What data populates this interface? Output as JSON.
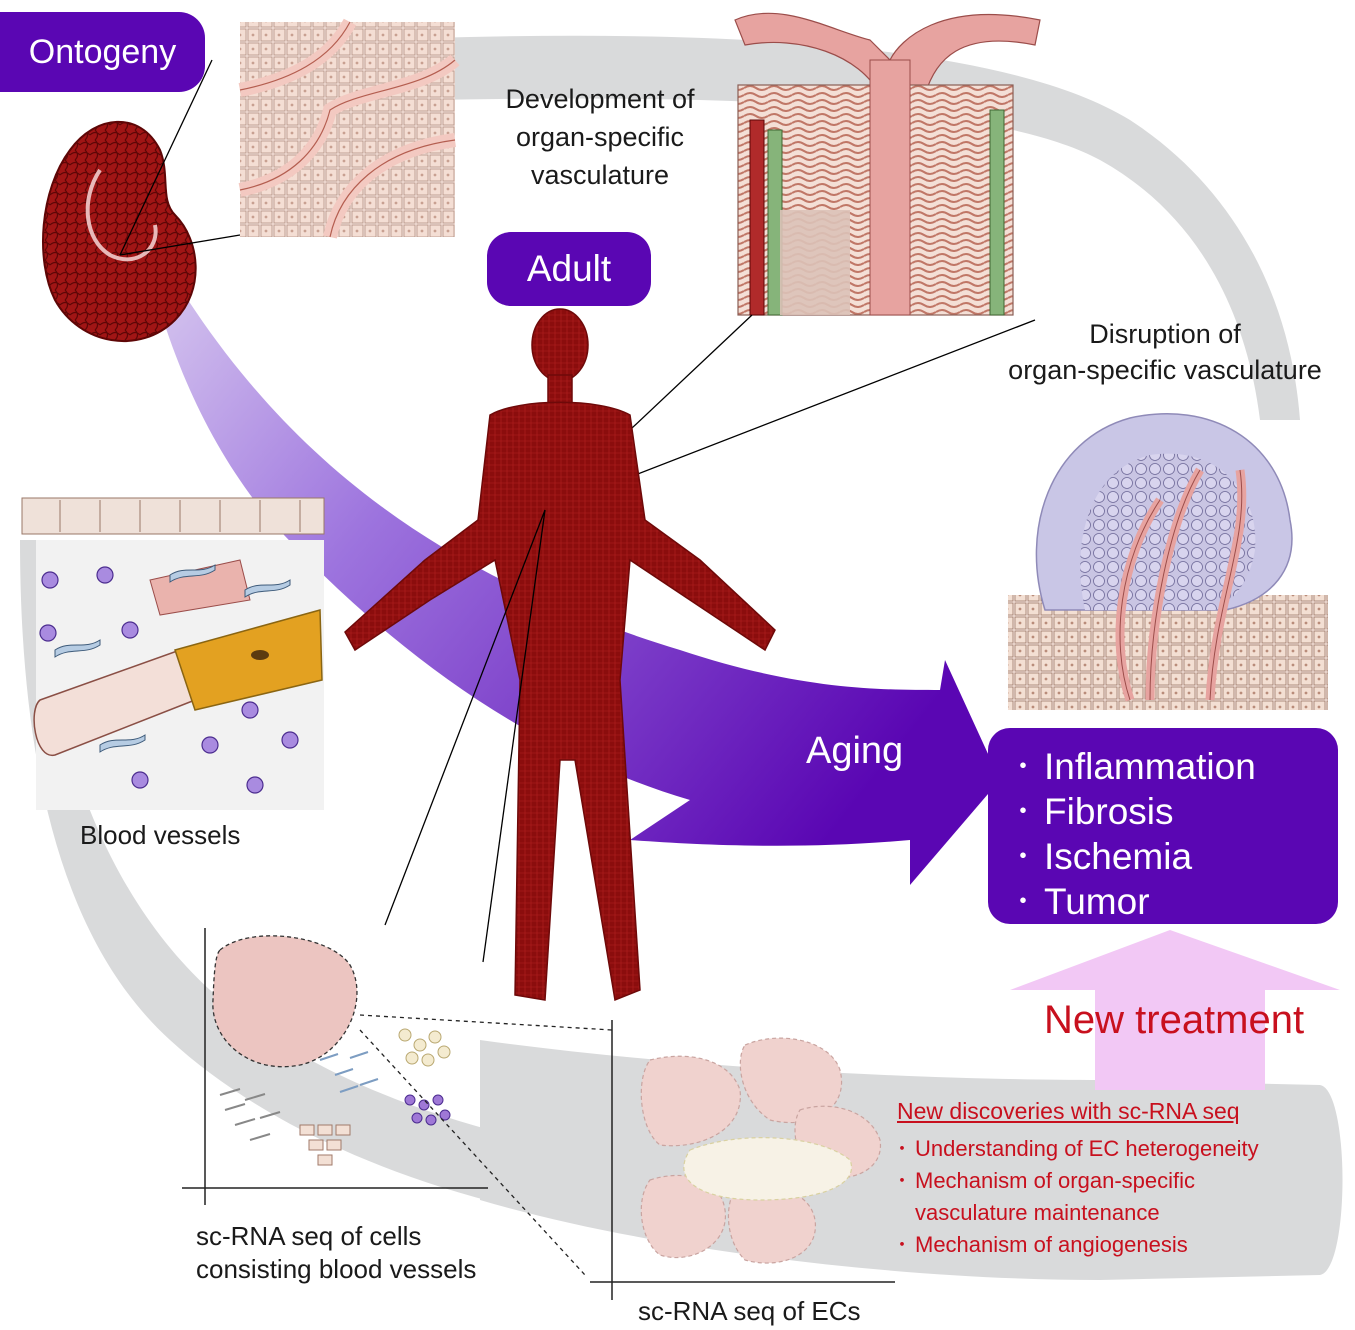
{
  "stages": {
    "ontogeny": "Ontogeny",
    "adult": "Adult",
    "aging": "Aging"
  },
  "labels": {
    "development": [
      "Development of",
      "organ-specific",
      "vasculature"
    ],
    "disruption": [
      "Disruption of",
      "organ-specific vasculature"
    ],
    "blood_vessels": "Blood vessels",
    "scrna_cells": [
      "sc-RNA seq of cells",
      "consisting blood vessels"
    ],
    "scrna_ecs": "sc-RNA seq of ECs",
    "new_treatment": "New treatment"
  },
  "outcomes": [
    "Inflammation",
    "Fibrosis",
    "Ischemia",
    "Tumor"
  ],
  "discoveries": {
    "title": "New discoveries with sc-RNA seq",
    "items": [
      "Understanding of EC heterogeneity",
      "Mechanism of organ-specific vasculature maintenance",
      "Mechanism of angiogenesis"
    ]
  },
  "colors": {
    "stage_pill": "#5a06b3",
    "aging_arrow": "#5a06b3",
    "vessel_red": "#8b0d0d",
    "treatment_text": "#c8101e",
    "treatment_arrow": "#f2c8f5",
    "cycle_band": "#d9dadb"
  }
}
